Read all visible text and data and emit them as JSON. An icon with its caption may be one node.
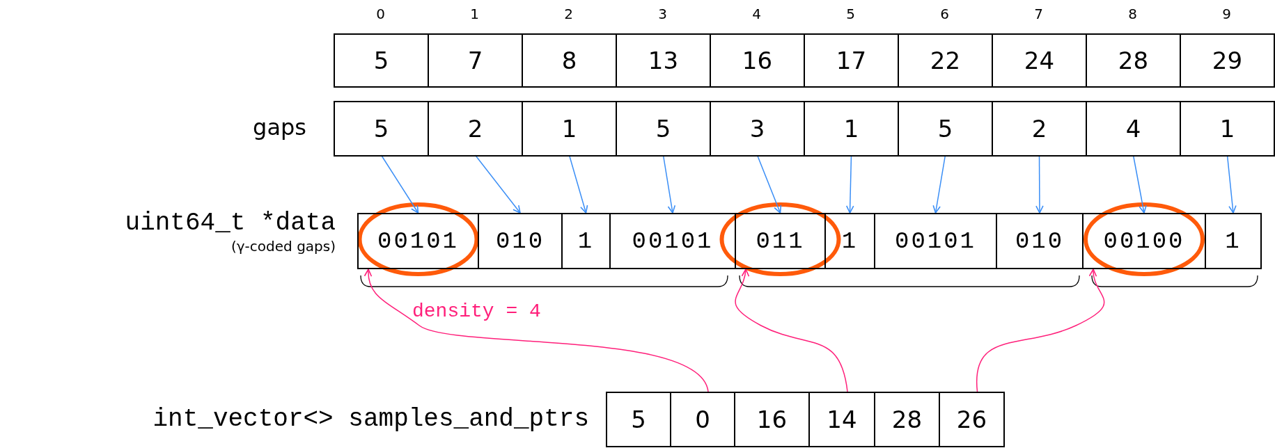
{
  "diagram": {
    "nodes": [
      {
        "text": [
          "5"
        ]
      },
      {
        "text": [
          "7"
        ]
      },
      {
        "text": [
          "8"
        ]
      },
      {
        "text": [
          "13"
        ]
      },
      {
        "text": [
          "16"
        ]
      },
      {
        "text": [
          "17"
        ]
      },
      {
        "text": [
          "22"
        ]
      },
      {
        "text": [
          "24"
        ]
      },
      {
        "text": [
          "28"
        ]
      },
      {
        "text": [
          "29"
        ]
      },
      {
        "text": [
          "5"
        ]
      },
      {
        "text": [
          "2"
        ]
      },
      {
        "text": [
          "1"
        ]
      },
      {
        "text": [
          "5"
        ]
      },
      {
        "text": [
          "3"
        ]
      },
      {
        "text": [
          "1"
        ]
      },
      {
        "text": [
          "5"
        ]
      },
      {
        "text": [
          "2"
        ]
      },
      {
        "text": [
          "4"
        ]
      },
      {
        "text": [
          "1"
        ]
      },
      {
        "text": [
          "00101"
        ]
      },
      {
        "text": [
          "010"
        ]
      },
      {
        "text": [
          "1"
        ]
      },
      {
        "text": [
          "00101"
        ]
      },
      {
        "text": [
          "011"
        ]
      },
      {
        "text": [
          "1"
        ]
      },
      {
        "text": [
          "00101"
        ]
      },
      {
        "text": [
          "010"
        ]
      },
      {
        "text": [
          "00100"
        ]
      },
      {
        "text": [
          "1"
        ]
      },
      {
        "text": [
          "5"
        ]
      },
      {
        "text": [
          "0"
        ]
      },
      {
        "text": [
          "16"
        ]
      },
      {
        "text": [
          "14"
        ]
      },
      {
        "text": [
          "28"
        ]
      },
      {
        "text": [
          "26"
        ]
      }
    ],
    "edges": [
      {
        "from": 10,
        "to": 20,
        "arrow": "to"
      },
      {
        "from": 11,
        "to": 21,
        "arrow": "to"
      },
      {
        "from": 12,
        "to": 22,
        "arrow": "to"
      },
      {
        "from": 13,
        "to": 23,
        "arrow": "to"
      },
      {
        "from": 14,
        "to": 24,
        "arrow": "to"
      },
      {
        "from": 15,
        "to": 25,
        "arrow": "to"
      },
      {
        "from": 16,
        "to": 26,
        "arrow": "to"
      },
      {
        "from": 17,
        "to": 27,
        "arrow": "to"
      },
      {
        "from": 18,
        "to": 28,
        "arrow": "to"
      },
      {
        "from": 19,
        "to": 29,
        "arrow": "to"
      },
      {
        "from": 31,
        "to": 20,
        "arrow": "to",
        "color": "#ff1f7a"
      },
      {
        "from": 33,
        "to": 24,
        "arrow": "to",
        "color": "#ff1f7a"
      },
      {
        "from": 35,
        "to": 28,
        "arrow": "to",
        "color": "#ff1f7a"
      }
    ],
    "labels": [
      "0",
      "1",
      "2",
      "3",
      "4",
      "5",
      "6",
      "7",
      "8",
      "9",
      "gaps",
      "uint64_t *data",
      "(γ-coded gaps)",
      "density = 4",
      "int_vector<> samples_and_ptrs"
    ]
  }
}
